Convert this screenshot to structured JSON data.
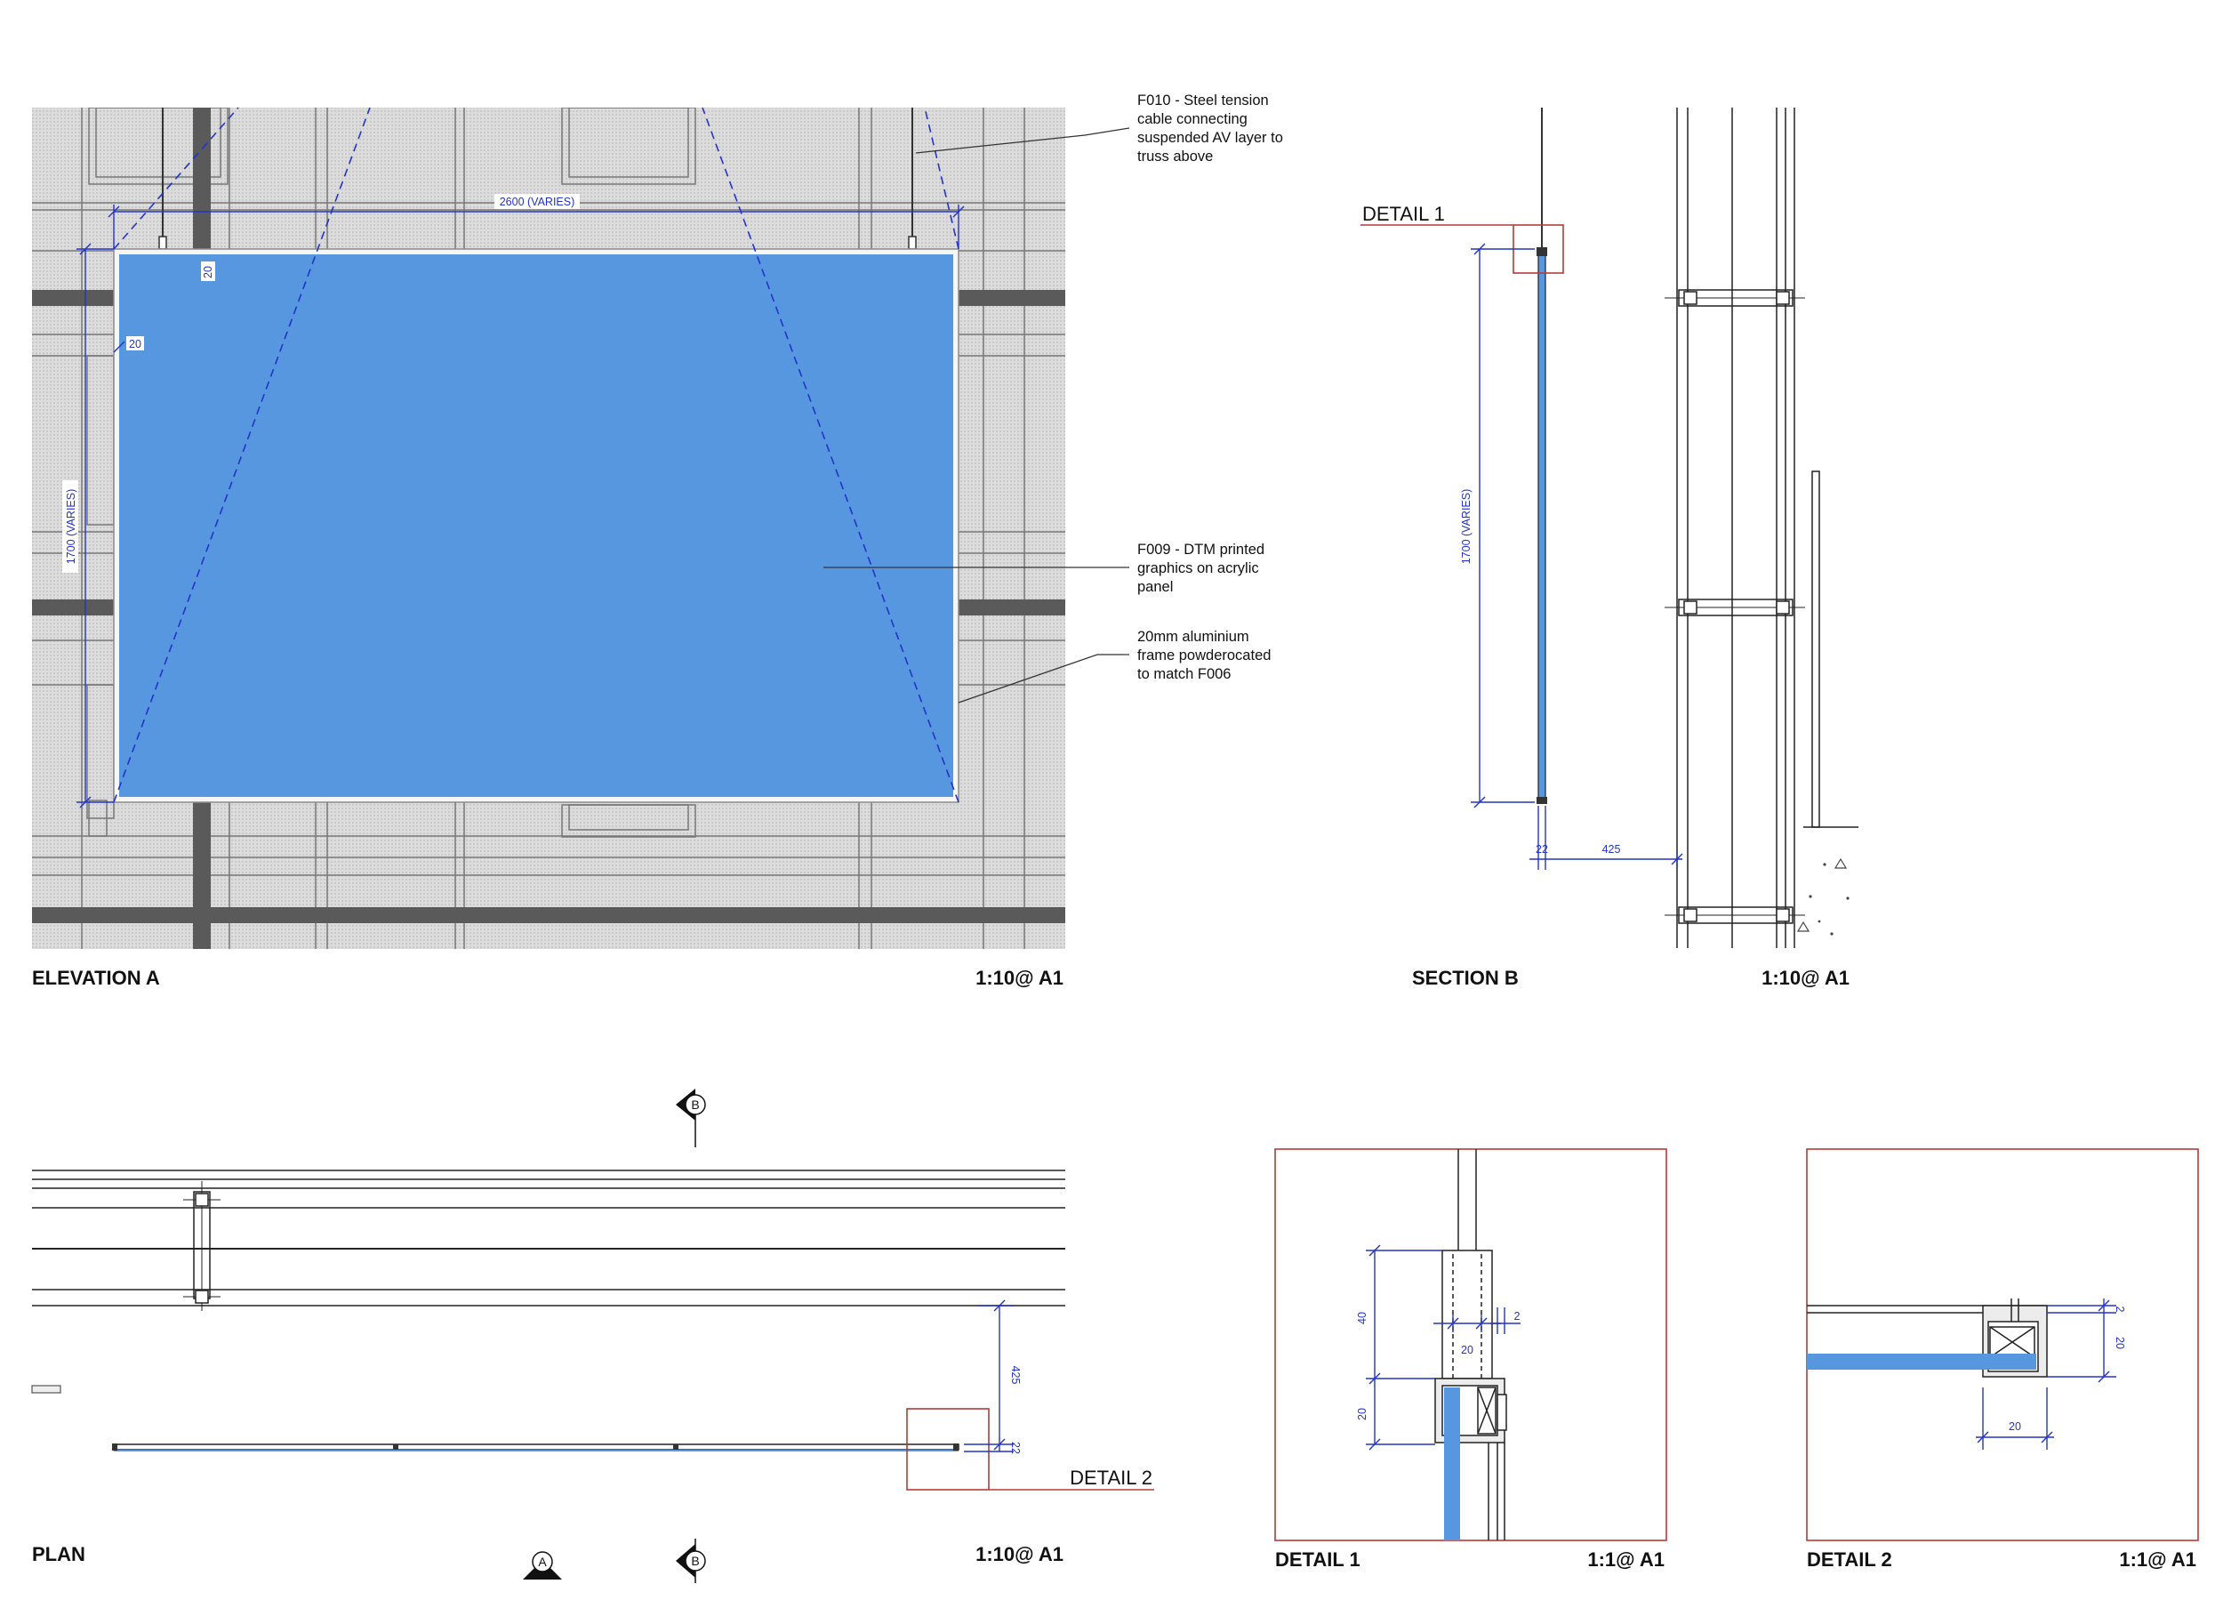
{
  "views": {
    "elevation_a": {
      "title": "ELEVATION A",
      "scale": "1:10@ A1"
    },
    "section_b": {
      "title": "SECTION B",
      "scale": "1:10@ A1"
    },
    "plan": {
      "title": "PLAN",
      "scale": "1:10@ A1"
    },
    "detail_1": {
      "title": "DETAIL 1",
      "scale": "1:1@ A1"
    },
    "detail_2": {
      "title": "DETAIL 2",
      "scale": "1:1@ A1"
    }
  },
  "annotations": {
    "f010": [
      "F010 - Steel tension",
      "cable connecting",
      "suspended AV layer to",
      "truss above"
    ],
    "f009": [
      "F009 - DTM printed",
      "graphics on acrylic",
      "panel"
    ],
    "frame": [
      "20mm aluminium",
      "frame powderocated",
      "to match F006"
    ]
  },
  "callouts": {
    "detail_1": "DETAIL 1",
    "detail_2": "DETAIL 2"
  },
  "section_markers": {
    "b": "B",
    "a": "A"
  },
  "dimensions": {
    "width": "2600 (VARIES)",
    "height": "1700 (VARIES)",
    "frame_top": "20",
    "frame_side": "20",
    "section_height": "1700 (VARIES)",
    "section_thickness": "22",
    "section_offset": "425",
    "plan_offset": "425",
    "plan_thickness": "22",
    "d1_top": "40",
    "d1_bottom": "20",
    "d1_inner": "20",
    "d1_gap": "2",
    "d2_gap": "2",
    "d2_height": "20",
    "d2_width": "20"
  },
  "colors": {
    "panel": "#5697e0",
    "dimension": "#2433c8",
    "detail_box": "#b83a3a",
    "ink": "#111111"
  }
}
